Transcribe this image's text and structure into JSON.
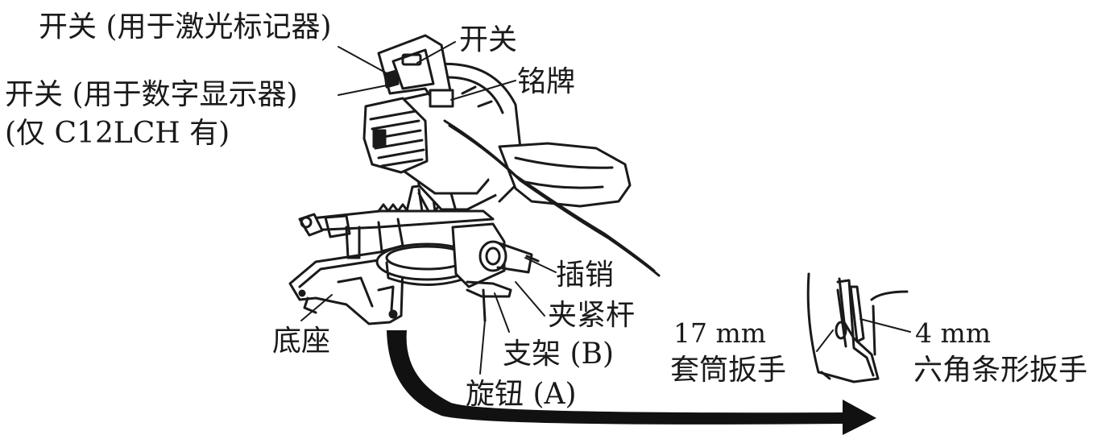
{
  "colors": {
    "ink": "#1a1a1a",
    "background": "#ffffff",
    "arrow": "#111111"
  },
  "labels": {
    "laser_switch": "开关 (用于激光标记器)",
    "main_switch": "开关",
    "nameplate": "铭牌",
    "display_switch": "开关 (用于数字显示器)",
    "display_switch_note": "(仅 C12LCH 有)",
    "pin": "插销",
    "clamp_lever": "夹紧杆",
    "bracket_b": "支架 (B)",
    "knob_a": "旋钮 (A)",
    "base": "底座",
    "socket_wrench_size": "17 mm",
    "socket_wrench": "套筒扳手",
    "hex_wrench_size": "4 mm",
    "hex_wrench": "六角条形扳手"
  }
}
